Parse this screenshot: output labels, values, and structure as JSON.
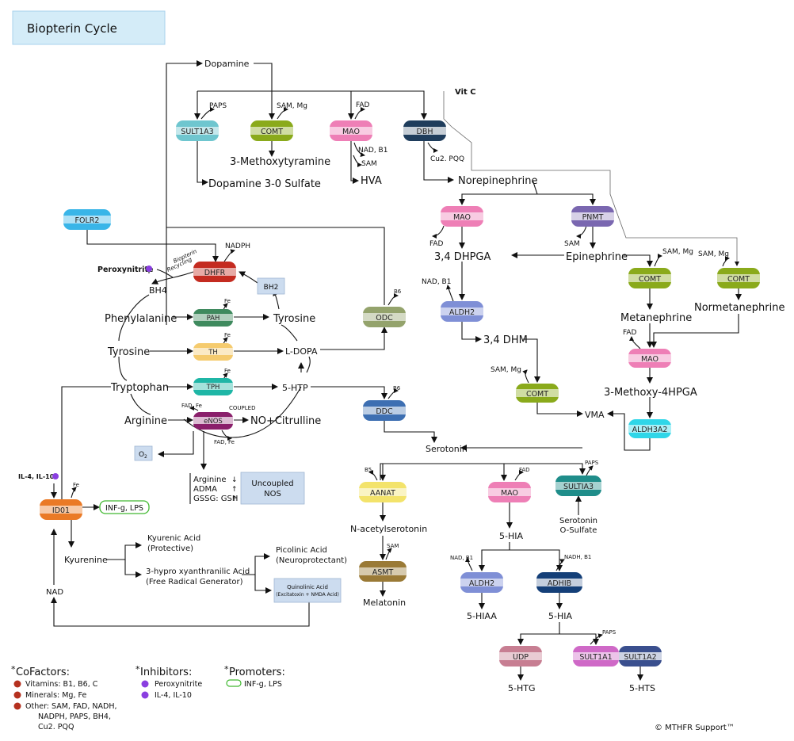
{
  "title": "Biopterin Cycle",
  "copyright": "© MTHFR Support™",
  "colors": {
    "sult": "#6fc6cf",
    "comt": "#8aaa1b",
    "mao": "#ee7fb6",
    "dbh": "#1f3d5c",
    "pnmt": "#7a67b0",
    "aldh2": "#7f8fd6",
    "odc": "#94a36c",
    "dhfr": "#c42b20",
    "pah": "#3f8a5e",
    "th": "#f5cb6e",
    "tph": "#1fb6a6",
    "enos": "#8a1f6b",
    "folr2": "#39b5e8",
    "ddc": "#3d6fb2",
    "aanat": "#f3e36b",
    "asmt": "#9a7a36",
    "sultia3": "#1f8d8a",
    "adhib": "#143f78",
    "udp": "#c77e92",
    "sult1a1": "#cf69c7",
    "sult1a2": "#3a4f8e",
    "aldh3a2": "#2fd6e8",
    "id01": "#ea7a26",
    "cofactor_dot": "#b5311f",
    "inhibitor_dot": "#8a3fe0",
    "promoter": "#40b830",
    "title_bg": "#d4ecf8",
    "box_bg": "#ccdcef"
  },
  "enzymes": {
    "sult1a3": "SULT1A3",
    "comt": "COMT",
    "mao": "MAO",
    "dbh": "DBH",
    "pnmt": "PNMT",
    "aldh2": "ALDH2",
    "odc": "ODC",
    "dhfr": "DHFR",
    "pah": "PAH",
    "th": "TH",
    "tph": "TPH",
    "enos": "eNOS",
    "folr2": "FOLR2",
    "ddc": "DDC",
    "aanat": "AANAT",
    "asmt": "ASMT",
    "sultia3": "SULTIA3",
    "adhib": "ADHIB",
    "udp": "UDP",
    "sult1a1": "SULT1A1",
    "sult1a2": "SULT1A2",
    "aldh3a2": "ALDH3A2",
    "id01": "ID01"
  },
  "metabolites": {
    "dopamine": "Dopamine",
    "methoxytyramine": "3-Methoxytyramine",
    "dopamine_sulfate": "Dopamine 3-0 Sulfate",
    "hva": "HVA",
    "norepinephrine": "Norepinephrine",
    "dhpga": "3,4 DHPGA",
    "epinephrine": "Epinephrine",
    "dhm": "3,4 DHM",
    "metanephrine": "Metanephrine",
    "normetanephrine": "Normetanephrine",
    "methoxy4hpga": "3-Methoxy-4HPGA",
    "vma": "VMA",
    "bh4": "BH4",
    "bh2": "BH2",
    "phenylalanine": "Phenylalanine",
    "tyrosine_left": "Tyrosine",
    "tyrosine_right": "Tyrosine",
    "tryptophan": "Tryptophan",
    "arginine": "Arginine",
    "ldopa": "L-DOPA",
    "htp": "5-HTP",
    "no_citrulline": "NO+Citrulline",
    "o2": "O",
    "o2_sub": "2",
    "serotonin": "Serotonin",
    "n_acetylserotonin": "N-acetylserotonin",
    "melatonin": "Melatonin",
    "hia": "5-HIA",
    "hiaa": "5-HIAA",
    "hia2": "5-HIA",
    "htg": "5-HTG",
    "hts": "5-HTS",
    "serotonin_sulfate_1": "Serotonin",
    "serotonin_sulfate_2": "O-Sulfate",
    "kyurenine": "Kyurenine",
    "kyurenic_1": "Kyurenic Acid",
    "kyurenic_2": "(Protective)",
    "hypro_1": "3-hypro xyanthranilic Acid",
    "hypro_2": "(Free Radical Generator)",
    "picolinic_1": "Picolinic Acid",
    "picolinic_2": "(Neuroprotectant)",
    "quinolinic_1": "Quinolinic Acid",
    "quinolinic_2": "(Excitatoxin + NMDA Acid)",
    "nad": "NAD",
    "uncoupled_1": "Uncoupled",
    "uncoupled_2": "NOS",
    "peroxynitrite": "Peroxynitrite",
    "il": "IL-4, IL-10",
    "infg": "INF-g, LPS",
    "arginine_list": "Arginine",
    "adma": "ADMA",
    "gssg": "GSSG: GSH",
    "arrow_down": "↓",
    "arrow_up": "↑"
  },
  "cofactors": {
    "paps": "PAPS",
    "sam_mg": "SAM, Mg",
    "fad": "FAD",
    "nad_b1": "NAD, B1",
    "sam": "SAM",
    "cu_pqq": "Cu2. PQQ",
    "vit_c": "Vit C",
    "nadph": "NADPH",
    "b6": "B6",
    "fe": "Fe",
    "fad_fe": "FAD, Fe",
    "coupled": "COUPLED",
    "nadh_b1": "NADH, B1",
    "b5": "B5",
    "recycling_1": "Biopterin",
    "recycling_2": "Recycling"
  },
  "legend": {
    "cofactors_title": "CoFactors:",
    "inhibitors_title": "Inhibitors:",
    "promoters_title": "Promoters:",
    "star": "*",
    "vitamins": "Vitamins: B1, B6, C",
    "minerals": "Minerals: Mg, Fe",
    "other_1": "Other: SAM, FAD, NADH,",
    "other_2": "NADPH, PAPS, BH4,",
    "other_3": "Cu2. PQQ",
    "peroxynitrite": "Peroxynitrite",
    "il": "IL-4, IL-10",
    "promoter": "INF-g, LPS"
  }
}
